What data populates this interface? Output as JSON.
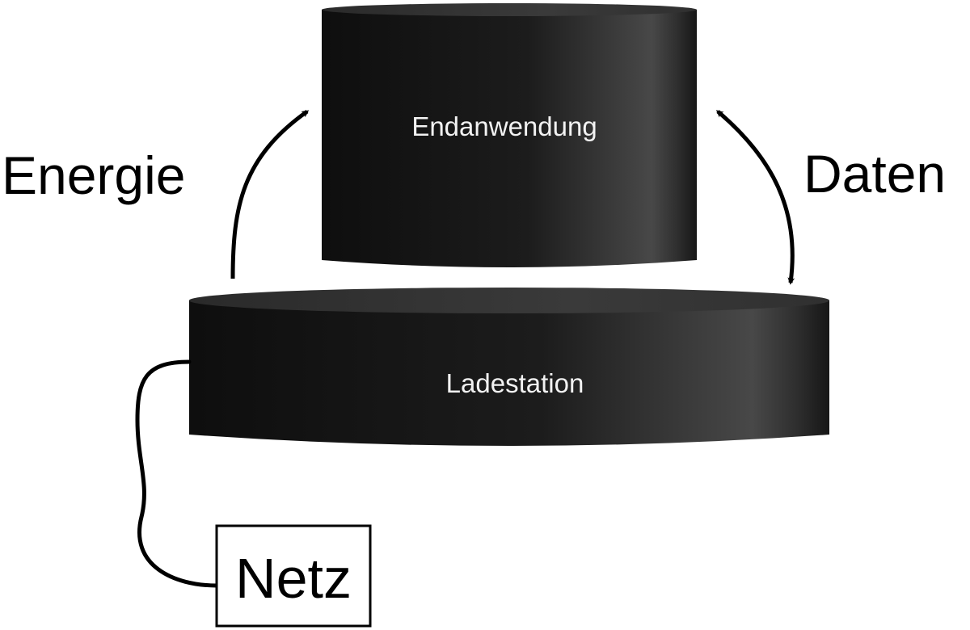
{
  "diagram": {
    "nodes": {
      "end_device": {
        "label": "Endanwendung"
      },
      "charging_station": {
        "label": "Ladestation"
      },
      "grid": {
        "label": "Netz"
      }
    },
    "edges": {
      "energy": {
        "label": "Energie",
        "from": "charging_station",
        "to": "end_device",
        "direction": "one-way"
      },
      "data": {
        "label": "Daten",
        "from": "charging_station",
        "to": "end_device",
        "direction": "two-way"
      },
      "power_cable": {
        "label": "",
        "from": "grid",
        "to": "charging_station",
        "direction": "none"
      }
    },
    "colors": {
      "cylinder_dark": "#141414",
      "cylinder_mid": "#2a2a2a",
      "cylinder_highlight": "#4a4a4a",
      "cylinder_text": "#f2f2f2",
      "line": "#000000",
      "background": "#ffffff"
    }
  }
}
